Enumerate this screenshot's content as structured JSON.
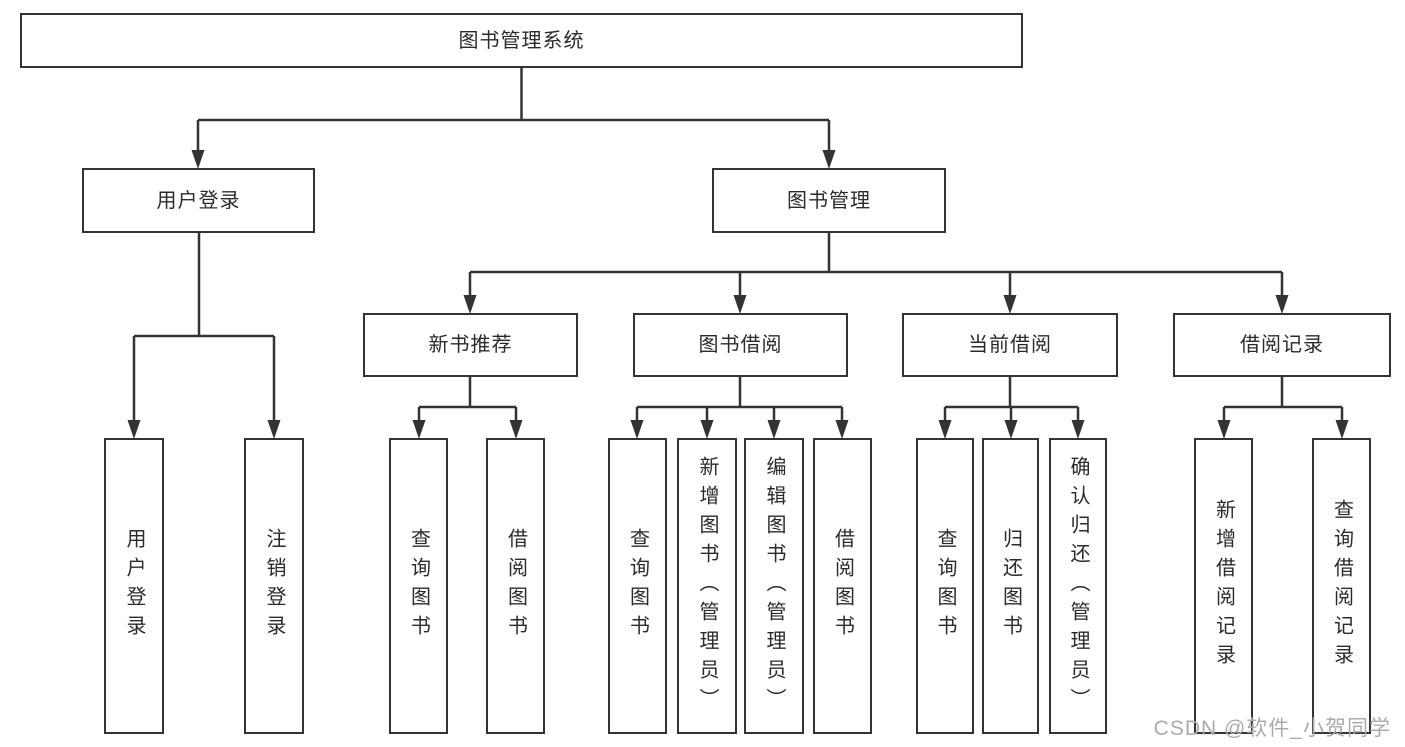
{
  "diagram": {
    "title": "图书管理系统",
    "nodes": [
      {
        "id": "system",
        "label": "图书管理系统",
        "parent": null
      },
      {
        "id": "user-login",
        "label": "用户登录",
        "parent": "system"
      },
      {
        "id": "book-management",
        "label": "图书管理",
        "parent": "system"
      },
      {
        "id": "new-book-recommend",
        "label": "新书推荐",
        "parent": "book-management"
      },
      {
        "id": "book-borrow",
        "label": "图书借阅",
        "parent": "book-management"
      },
      {
        "id": "current-borrow",
        "label": "当前借阅",
        "parent": "book-management"
      },
      {
        "id": "borrow-record",
        "label": "借阅记录",
        "parent": "book-management"
      },
      {
        "id": "login-leaf",
        "label": "用户登录",
        "parent": "user-login"
      },
      {
        "id": "logout-leaf",
        "label": "注销登录",
        "parent": "user-login"
      },
      {
        "id": "rec-query-book",
        "label": "查询图书",
        "parent": "new-book-recommend"
      },
      {
        "id": "rec-borrow-book",
        "label": "借阅图书",
        "parent": "new-book-recommend"
      },
      {
        "id": "borrow-query-book",
        "label": "查询图书",
        "parent": "book-borrow"
      },
      {
        "id": "borrow-add-book",
        "label": "新增图书（管理员）",
        "parent": "book-borrow"
      },
      {
        "id": "borrow-edit-book",
        "label": "编辑图书（管理员）",
        "parent": "book-borrow"
      },
      {
        "id": "borrow-borrow-book",
        "label": "借阅图书",
        "parent": "book-borrow"
      },
      {
        "id": "current-query-book",
        "label": "查询图书",
        "parent": "current-borrow"
      },
      {
        "id": "current-return-book",
        "label": "归还图书",
        "parent": "current-borrow"
      },
      {
        "id": "current-confirm-return",
        "label": "确认归还（管理员）",
        "parent": "current-borrow"
      },
      {
        "id": "record-add",
        "label": "新增借阅记录",
        "parent": "borrow-record"
      },
      {
        "id": "record-query",
        "label": "查询借阅记录",
        "parent": "borrow-record"
      }
    ],
    "colors": {
      "line": "#333333",
      "text": "#2b2b2b",
      "background": "#ffffff",
      "watermark_text_color": "#ababab"
    }
  },
  "watermark": {
    "text": "CSDN @软件_小贺同学"
  }
}
